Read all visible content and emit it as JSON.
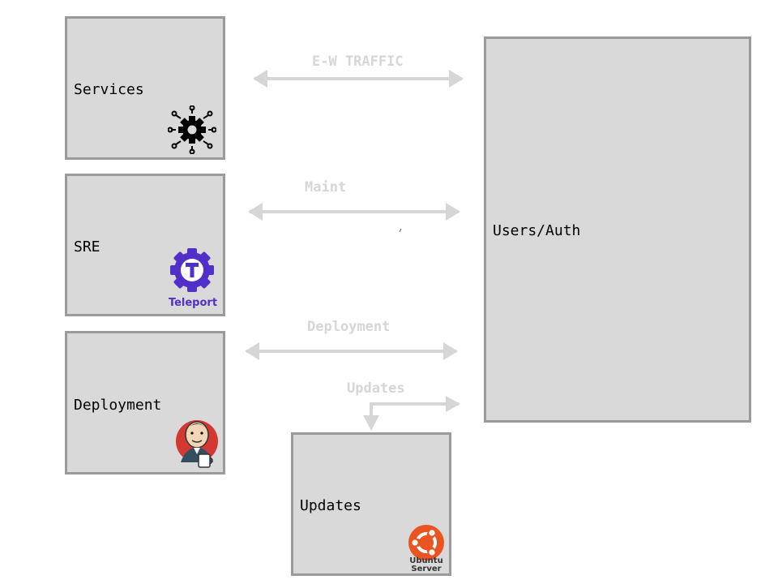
{
  "nodes": {
    "services": {
      "label": "Services",
      "icon": "microservices-gear-icon"
    },
    "sre": {
      "label": "SRE",
      "icon": "teleport-logo",
      "logo_text": "Teleport"
    },
    "deployment": {
      "label": "Deployment",
      "icon": "jenkins-logo"
    },
    "updates": {
      "label": "Updates",
      "icon": "ubuntu-server-logo",
      "logo_text_1": "Ubuntu",
      "logo_text_2": "Server"
    },
    "users_auth": {
      "label": "Users/Auth"
    }
  },
  "connections": {
    "ew_traffic": "E-W TRAFFIC",
    "maint": "Maint",
    "deployment": "Deployment",
    "updates": "Updates"
  },
  "colors": {
    "box_fill": "#d9d9d9",
    "box_border": "#9a9a9a",
    "arrow": "#d6d6d6",
    "teleport": "#512fc9",
    "ubuntu": "#e95420",
    "jenkins_red": "#d33833"
  }
}
